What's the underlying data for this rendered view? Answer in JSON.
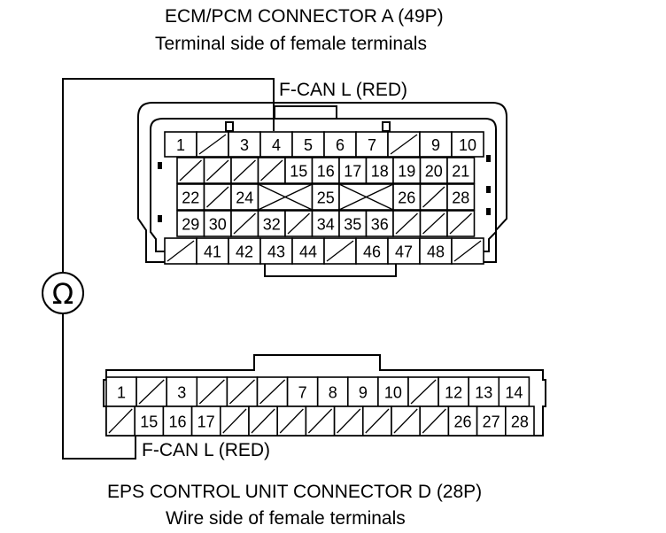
{
  "connector_a": {
    "title": "ECM/PCM CONNECTOR A (49P)",
    "subtitle": "Terminal side of female terminals",
    "probe_label": "F-CAN L (RED)",
    "rows": [
      [
        "1",
        "",
        "3",
        "4",
        "5",
        "6",
        "7",
        "",
        "9",
        "10"
      ],
      [
        "",
        "",
        "",
        "",
        "15",
        "16",
        "17",
        "18",
        "19",
        "20",
        "21"
      ],
      [
        "22",
        "",
        "24",
        "X",
        "",
        "25",
        "X",
        "",
        "26",
        "",
        "28"
      ],
      [
        "29",
        "30",
        "",
        "32",
        "",
        "34",
        "35",
        "36",
        "",
        "",
        ""
      ],
      [
        "",
        "41",
        "42",
        "43",
        "44",
        "",
        "46",
        "47",
        "48",
        ""
      ]
    ]
  },
  "connector_d": {
    "title": "EPS CONTROL UNIT CONNECTOR D (28P)",
    "subtitle": "Wire side of female terminals",
    "probe_label": "F-CAN L (RED)",
    "rows": [
      [
        "1",
        "",
        "3",
        "",
        "",
        "",
        "7",
        "8",
        "9",
        "10",
        "",
        "12",
        "13",
        "14"
      ],
      [
        "",
        "15",
        "16",
        "17",
        "",
        "",
        "",
        "",
        "",
        "",
        "",
        "",
        "26",
        "27",
        "28"
      ]
    ]
  },
  "meter": {
    "symbol": "Ω"
  }
}
